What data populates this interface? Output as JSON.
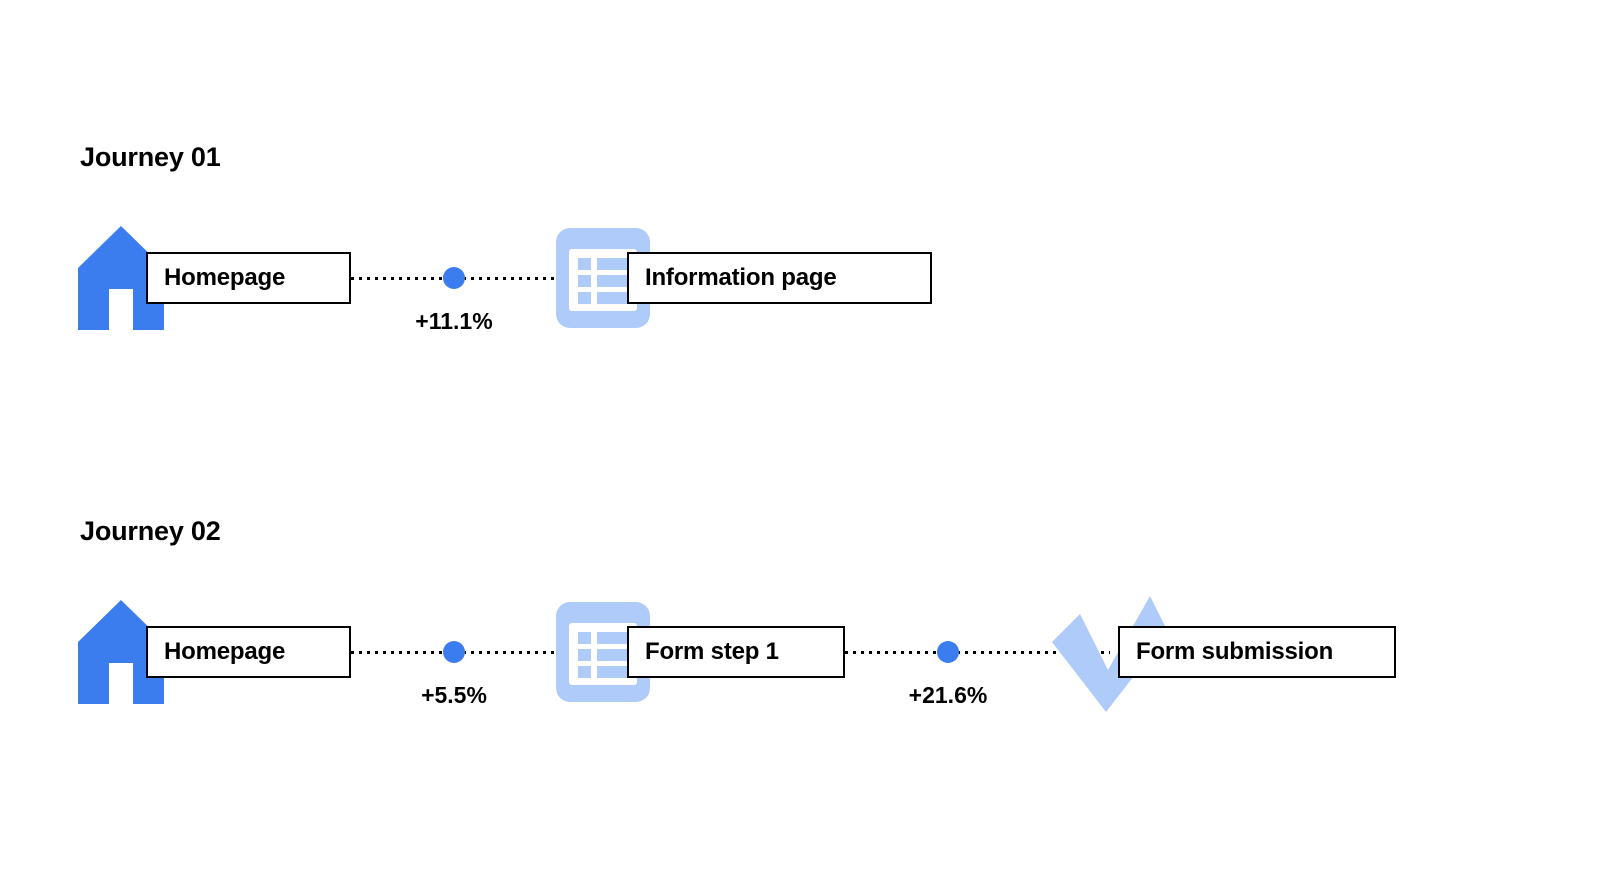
{
  "page": {
    "background": "#ffffff",
    "accent_blue": "#3B7DEE",
    "light_blue": "#AECBFA",
    "text_color": "#000000"
  },
  "journeys": [
    {
      "title": "Journey 01",
      "nodes": [
        {
          "label": "Homepage",
          "icon": "home-icon"
        },
        {
          "label": "Information page",
          "icon": "list-document-icon"
        }
      ],
      "connectors": [
        {
          "percent": "+11.1%"
        }
      ]
    },
    {
      "title": "Journey 02",
      "nodes": [
        {
          "label": "Homepage",
          "icon": "home-icon"
        },
        {
          "label": "Form step 1",
          "icon": "list-document-icon"
        },
        {
          "label": "Form submission",
          "icon": "check-icon"
        }
      ],
      "connectors": [
        {
          "percent": "+5.5%"
        },
        {
          "percent": "+21.6%"
        }
      ]
    }
  ]
}
